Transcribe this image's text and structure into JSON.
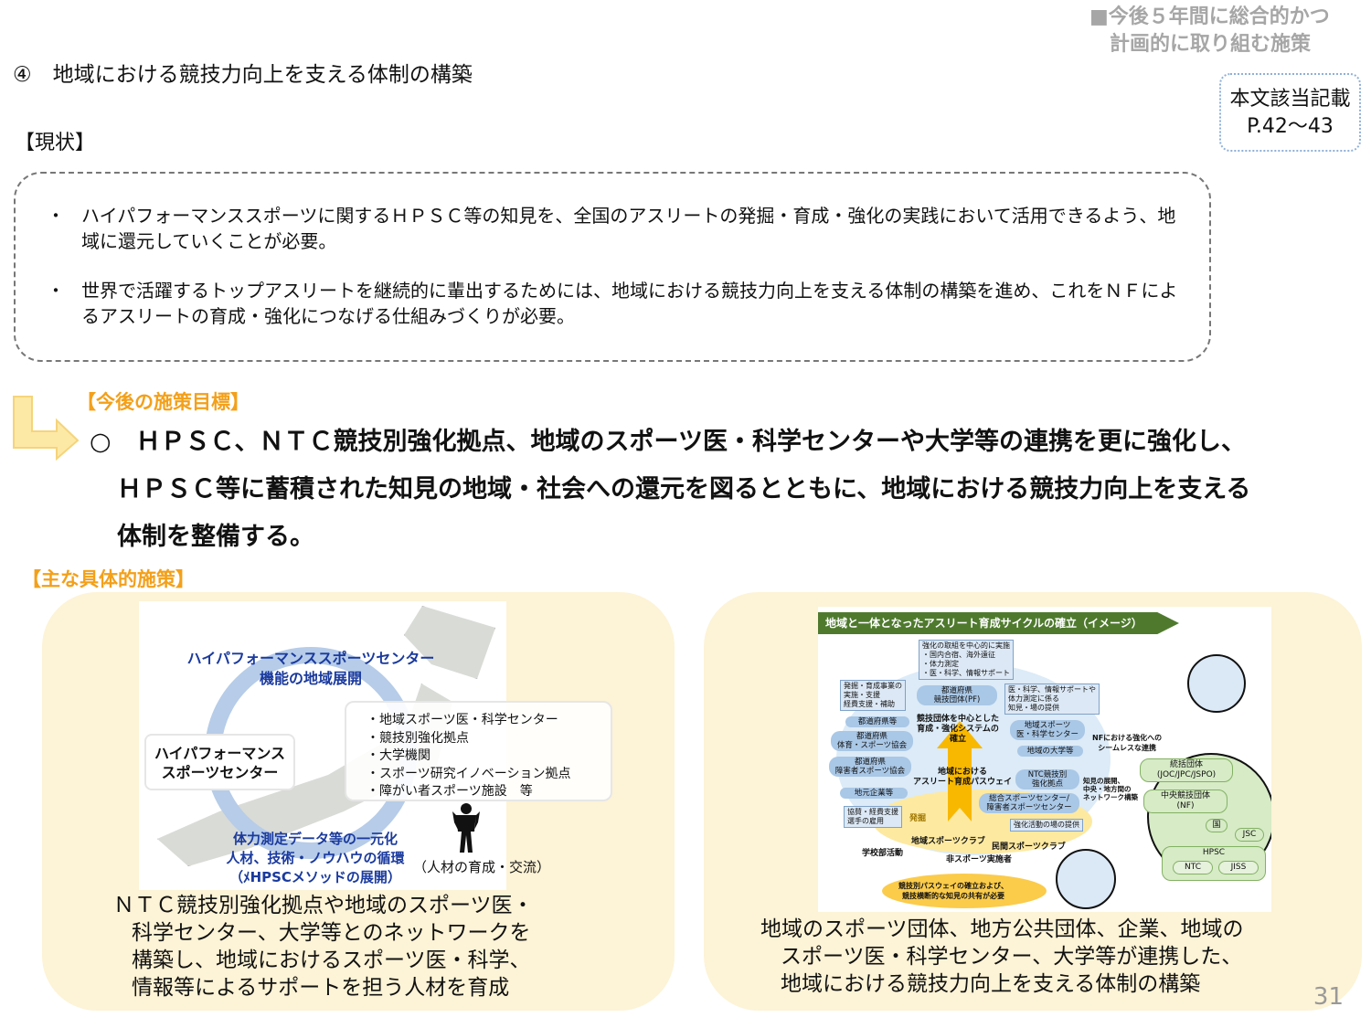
{
  "corner_title": [
    "■今後５年間に総合的かつ",
    "計画的に取り組む施策"
  ],
  "reference": {
    "line1": "本文該当記載",
    "line2": "P.42～43"
  },
  "heading": "④　地域における競技力向上を支える体制の構築",
  "status_label": "【現状】",
  "status_items": [
    {
      "bullet": "・",
      "text": "ハイパフォーマンススポーツに関するＨＰＳＣ等の知見を、全国のアスリートの発掘・育成・強化の実践において活用できるよう、地域に還元していくことが必要。"
    },
    {
      "bullet": "・",
      "text": "世界で活躍するトップアスリートを継続的に輩出するためには、地域における競技力向上を支える体制の構築を進め、これをＮＦによるアスリートの育成・強化につなげる仕組みづくりが必要。"
    }
  ],
  "goal_label": "【今後の施策目標】",
  "goal": {
    "marker": "○",
    "line1": "ＨＰＳＣ、ＮＴＣ競技別強化拠点、地域のスポーツ医・科学センターや大学等の連携を更に強化し、",
    "line2": "ＨＰＳＣ等に蓄積された知見の地域・社会への還元を図るとともに、地域における競技力向上を支える",
    "line3": "体制を整備する。"
  },
  "measures_label": "【主な具体的施策】",
  "left_figure": {
    "top_label": [
      "ハイパフォーマンススポーツセンター",
      "機能の地域展開"
    ],
    "center_box": [
      "ハイパフォーマンス",
      "スポーツセンター"
    ],
    "list": [
      "・地域スポーツ医・科学センター",
      "・競技別強化拠点",
      "・大学機関",
      "・スポーツ研究イノベーション拠点",
      "・障がい者スポーツ施設　等"
    ],
    "bottom_label": [
      "体力測定データ等の一元化",
      "人材、技術・ノウハウの循環",
      "（ﾒHPSCメソッドの展開）"
    ],
    "person_note": "（人材の育成・交流）"
  },
  "left_caption": [
    "ＮＴＣ競技別強化拠点や地域のスポーツ医・",
    "科学センター、大学等とのネットワークを",
    "構築し、地域におけるスポーツ医・科学、",
    "情報等によるサポートを担う人材を育成"
  ],
  "right_figure": {
    "title": "地域と一体となったアスリート育成サイクルの確立（イメージ）",
    "box_top": [
      "強化の取組を中心的に実施",
      "・国内合宿、海外遠征",
      "・体力測定",
      "・医・科学、情報サポート"
    ],
    "box_left": [
      "発掘・育成事業の",
      "実施・支援",
      "経費支援・補助"
    ],
    "box_right": [
      "医・科学、情報サポートや",
      "体力測定に係る",
      "知見・場の提供"
    ],
    "pf": "都道府県\n競技団体(PF)",
    "pref": "都道府県等",
    "pref_sports": "都道府県\n体育・スポーツ協会",
    "pref_para": "都道府県\n障害者スポーツ協会",
    "local_biz": "地元企業等",
    "support_box": [
      "協賛・経費支援",
      "選手の雇用"
    ],
    "discovery": "発掘",
    "center_text": [
      "競技団体を中心とした",
      "育成・強化システムの",
      "確立"
    ],
    "pathway": [
      "地域における",
      "アスリート育成パスウェイ"
    ],
    "med_center": "地域スポーツ\n医・科学センター",
    "univ": "地域の大学等",
    "ntc": "NTC競技別\n強化拠点",
    "general_center": "総合スポーツセンター/\n障害者スポーツセンター",
    "place_box": "強化活動の場の提供",
    "clubs": [
      "地域スポーツクラブ",
      "学校部活動",
      "民間スポーツクラブ",
      "非スポーツ実施者"
    ],
    "need": [
      "競技別パスウェイの確立および、",
      "競技横断的な知見の共有が必要"
    ],
    "nf_link": [
      "NFにおける強化への",
      "シームレスな連携"
    ],
    "network": [
      "知見の展開、",
      "中央・地方間の",
      "ネットワーク構築"
    ],
    "umbrella": "統括団体\n(JOC/JPC/JSPO)",
    "nf": "中央競技団体\n(NF)",
    "kuni": "国",
    "jsc": "JSC",
    "hpsc": "HPSC",
    "ntc_small": "NTC",
    "jiss": "JISS"
  },
  "right_caption": [
    "地域のスポーツ団体、地方公共団体、企業、地域の",
    "スポーツ医・科学センター、大学等が連携した、",
    "地域における競技力向上を支える体制の構築"
  ],
  "page_number": "31",
  "colors": {
    "accent": "#f3a01a",
    "panel": "#fdf3d6",
    "figure_blue": "#1a3a9e",
    "green": "#4f7a2e"
  }
}
